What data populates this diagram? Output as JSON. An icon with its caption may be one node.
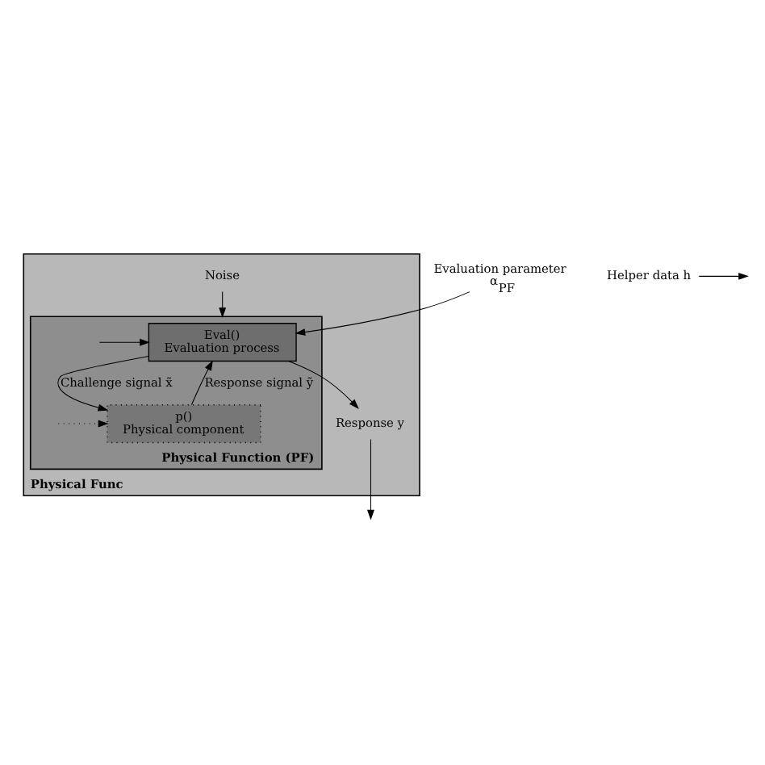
{
  "diagram": {
    "nodes": [
      {
        "text": [
          "Physical Func"
        ]
      },
      {
        "text": [
          "Physical Function (PF)"
        ],
        "in": 0
      },
      {
        "text": [
          "Eval()",
          "Evaluation process"
        ],
        "in": 1
      },
      {
        "text": [
          "p()",
          "Physical component"
        ],
        "in": 1
      },
      {
        "text": [
          "Evaluation parameter",
          "α$_{PF}$"
        ]
      },
      {
        "text": [
          "Helper data h"
        ]
      },
      {
        "text": [
          "Noise"
        ],
        "in": 0
      },
      {
        "text": [
          "Response y"
        ],
        "in": 0
      }
    ],
    "edges": [
      {
        "from": 4,
        "to": 2,
        "arrow": "to"
      },
      {
        "from": 5,
        "to": null,
        "arrow": "to"
      },
      {
        "from": 6,
        "to": 1,
        "arrow": "to"
      },
      {
        "from": null,
        "to": 2,
        "arrow": "to"
      },
      {
        "from": 2,
        "to": 7,
        "arrow": "to"
      },
      {
        "from": 7,
        "to": null,
        "arrow": "to"
      },
      {
        "from": 2,
        "to": 3,
        "arrow": "to",
        "label": "Challenge signal x̃"
      },
      {
        "from": 3,
        "to": 2,
        "arrow": "to",
        "label": "Response signal ỹ"
      },
      {
        "from": null,
        "to": 3,
        "arrow": "to",
        "style": "dashed"
      }
    ]
  }
}
